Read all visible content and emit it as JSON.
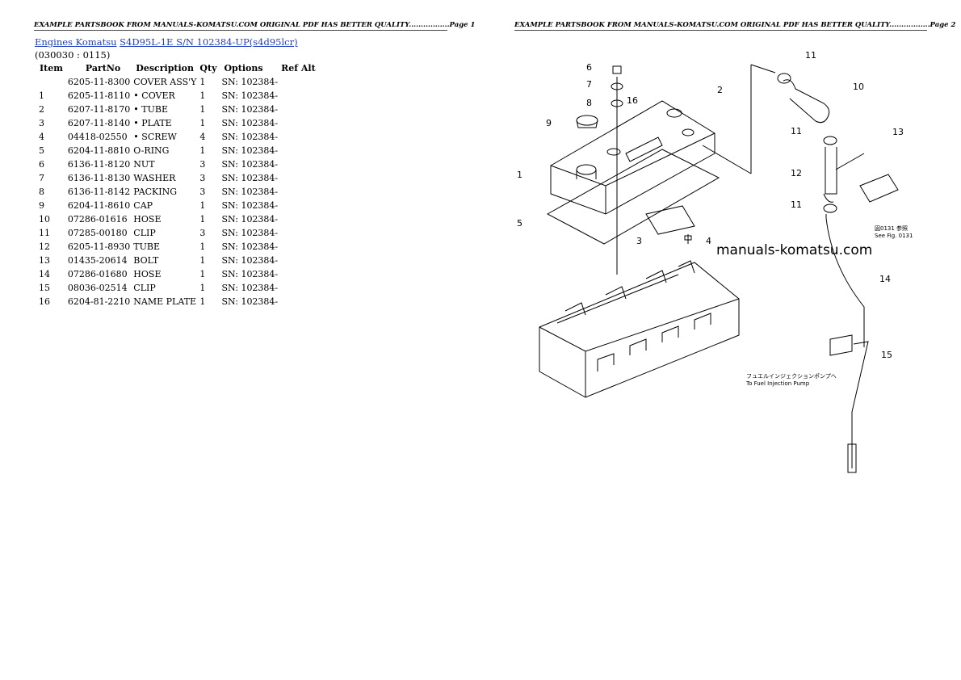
{
  "header": {
    "page1": "EXAMPLE PARTSBOOK FROM MANUALS-KOMATSU.COM ORIGINAL PDF HAS BETTER QUALITY.................Page 1",
    "page2": "EXAMPLE PARTSBOOK FROM MANUALS-KOMATSU.COM ORIGINAL PDF HAS BETTER QUALITY.................Page 2"
  },
  "breadcrumb": {
    "link1": "Engines Komatsu",
    "link2": "S4D95L-1E S/N 102384-UP(s4d95lcr)"
  },
  "group_code": "(030030 : 0115)",
  "table": {
    "columns": [
      "Item",
      "PartNo",
      "Description",
      "Qty",
      "Options",
      "Ref Alt"
    ],
    "rows": [
      [
        "",
        "6205-11-8300",
        "COVER ASS'Y",
        "1",
        "SN: 102384-",
        ""
      ],
      [
        "1",
        "6205-11-8110",
        "• COVER",
        "1",
        "SN: 102384-",
        ""
      ],
      [
        "2",
        "6207-11-8170",
        "• TUBE",
        "1",
        "SN: 102384-",
        ""
      ],
      [
        "3",
        "6207-11-8140",
        "• PLATE",
        "1",
        "SN: 102384-",
        ""
      ],
      [
        "4",
        "04418-02550",
        " • SCREW",
        "4",
        "SN: 102384-",
        ""
      ],
      [
        "5",
        "6204-11-8810",
        "O-RING",
        "1",
        "SN: 102384-",
        ""
      ],
      [
        "6",
        "6136-11-8120",
        "NUT",
        "3",
        "SN: 102384-",
        ""
      ],
      [
        "7",
        "6136-11-8130",
        "WASHER",
        "3",
        "SN: 102384-",
        ""
      ],
      [
        "8",
        "6136-11-8142",
        "PACKING",
        "3",
        "SN: 102384-",
        ""
      ],
      [
        "9",
        "6204-11-8610",
        "CAP",
        "1",
        "SN: 102384-",
        ""
      ],
      [
        "10",
        "07286-01616",
        " HOSE",
        "1",
        "SN: 102384-",
        ""
      ],
      [
        "11",
        "07285-00180",
        " CLIP",
        "3",
        "SN: 102384-",
        ""
      ],
      [
        "12",
        "6205-11-8930",
        "TUBE",
        "1",
        "SN: 102384-",
        ""
      ],
      [
        "13",
        "01435-20614",
        " BOLT",
        "1",
        "SN: 102384-",
        ""
      ],
      [
        "14",
        "07286-01680",
        " HOSE",
        "1",
        "SN: 102384-",
        ""
      ],
      [
        "15",
        "08036-02514",
        " CLIP",
        "1",
        "SN: 102384-",
        ""
      ],
      [
        "16",
        "6204-81-2210",
        "NAME PLATE",
        "1",
        "SN: 102384-",
        ""
      ]
    ]
  },
  "diagram": {
    "watermark": "manuals-komatsu.com",
    "callouts": {
      "c1": "1",
      "c2": "2",
      "c3": "3",
      "c4": "4",
      "c5": "5",
      "c6": "6",
      "c7": "7",
      "c8": "8",
      "c9": "9",
      "c10": "10",
      "c11a": "11",
      "c11b": "11",
      "c11c": "11",
      "c12": "12",
      "c13": "13",
      "c14": "14",
      "c15": "15",
      "c16": "16"
    },
    "ref_note_1": "図0131 参照",
    "ref_note_2": "See Fig. 0131",
    "pump_note_1": "フュエルインジェクションポンプへ",
    "pump_note_2": "To Fuel Injection Pump"
  }
}
